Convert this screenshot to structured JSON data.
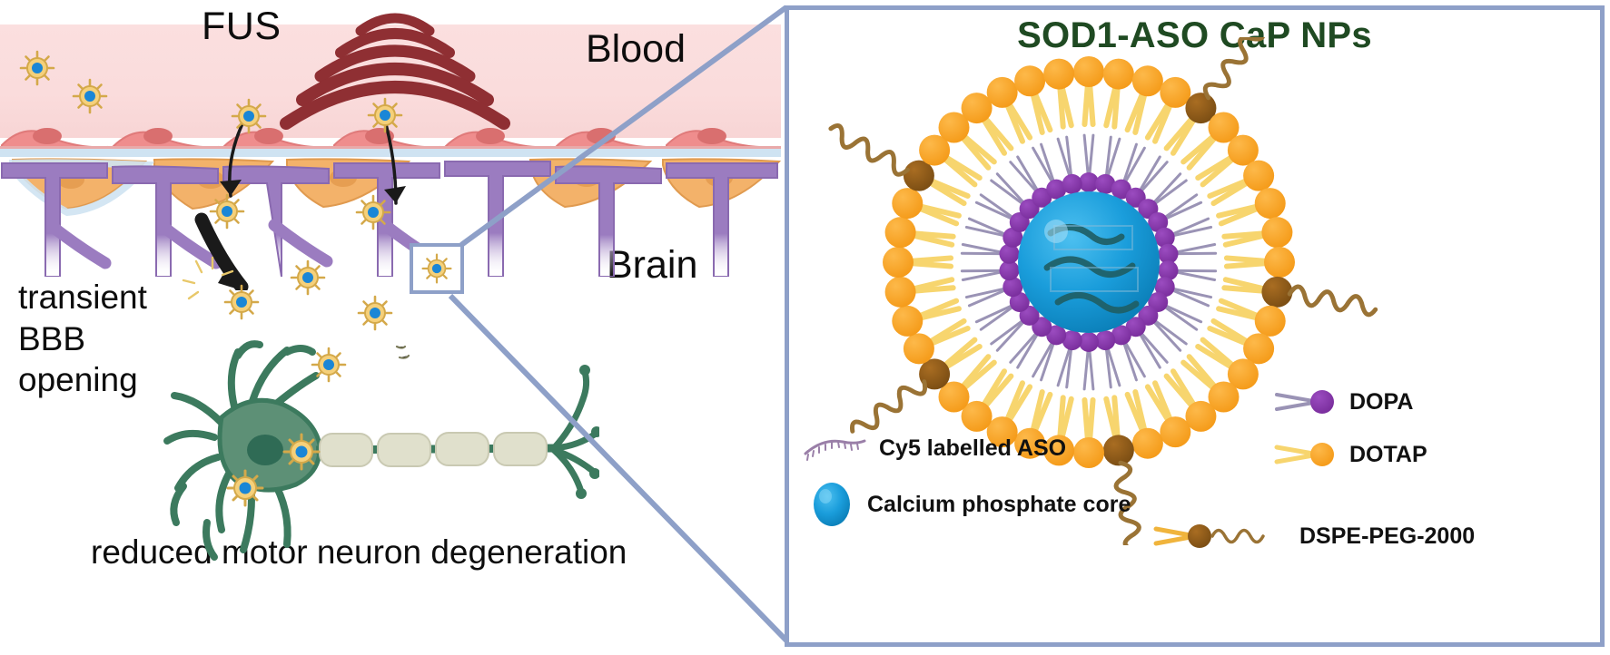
{
  "left_panel": {
    "labels": {
      "fus": "FUS",
      "blood": "Blood",
      "brain": "Brain",
      "transient_bbb_opening": "transient\nBBB\nopening",
      "bottom_caption": "reduced motor neuron degeneration"
    },
    "elements": {
      "fus_waves_icon": "ultrasound-waves",
      "endothelial_cells": "blood-vessel-endothelium",
      "astrocyte_endfeet": "astrocyte-endfeet",
      "neuron": "motor-neuron",
      "nanoparticle_icon": "nanoparticle",
      "arrow_icon": "downward-arrow",
      "callout_icon": "magnification-callout-box"
    },
    "colors": {
      "blood_region": "#fadcdc",
      "endothelium": "#ef8d8d",
      "basement_membrane": "#cfe3f2",
      "pericyte": "#f3b26a",
      "astrocyte": "#9b7cc0",
      "neuron": "#3c7a5e",
      "myelin": "#dcdcc8",
      "wave": "#8f2f33",
      "arrow": "#1a1a1a",
      "nanoparticle_shell": "#f5d07a",
      "nanoparticle_core": "#1a86d6",
      "callout_border": "#8ea0c8",
      "text": "#0d0d0d"
    }
  },
  "right_panel": {
    "title": "SOD1-ASO CaP NPs",
    "legend": [
      {
        "key": "aso",
        "label": "Cy5 labelled ASO",
        "icon": "aso-strand-icon",
        "color": "#9a7fa8"
      },
      {
        "key": "cap",
        "label": "Calcium phosphate core",
        "icon": "cap-core-icon",
        "color": "#1a9ddb"
      },
      {
        "key": "dopa",
        "label": "DOPA",
        "icon": "dopa-lipid-icon",
        "color": "#7b2f9e"
      },
      {
        "key": "dotap",
        "label": "DOTAP",
        "icon": "dotap-lipid-icon",
        "color": "#f59c1b"
      },
      {
        "key": "dspe",
        "label": "DSPE-PEG-2000",
        "icon": "dspe-peg-lipid-icon",
        "color": "#8b5a1a"
      }
    ],
    "nanoparticle": {
      "core_label": "calcium-phosphate-core",
      "inner_leaflet": "dopa-monolayer",
      "outer_leaflet": "dotap-bilayer",
      "peg_chains": "dspe-peg-2000-chains",
      "cargo": "sod1-aso-strands"
    },
    "colors": {
      "border": "#8ea0c8",
      "title": "#1f4a22",
      "dotap_head": "#f59c1b",
      "dotap_tail": "#f7d56e",
      "dopa_head": "#7b2f9e",
      "dopa_tail": "#9a93b5",
      "dspe_head": "#8b5a1a",
      "peg": "#9a7335",
      "core": "#1a9ddb",
      "aso": "#1f5f66"
    }
  }
}
